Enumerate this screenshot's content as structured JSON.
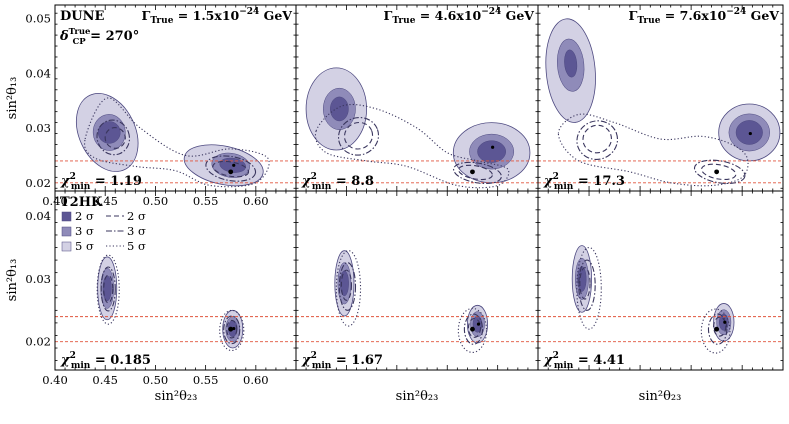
{
  "figure": {
    "experiments": [
      "DUNE",
      "T2HK"
    ],
    "dune_delta_base": "δ",
    "dune_delta_sub": "CP",
    "dune_delta_sup": "True",
    "dune_delta_value": " = 270°",
    "gamma_prefix": "Γ",
    "gamma_sub": "True",
    "gamma_mid": " = ",
    "gamma_suffix": " GeV",
    "chi_base": "χ",
    "chi_sub": "min",
    "chi_sup": "2",
    "ylabel": "sin²θ₁₃",
    "xlabel": "sin²θ₂₃",
    "legend": [
      {
        "label": "2 σ",
        "kind": "fill",
        "color": "#5c5694"
      },
      {
        "label": "3 σ",
        "kind": "fill",
        "color": "#8f8bb9"
      },
      {
        "label": "5 σ",
        "kind": "fill",
        "color": "#d3d1e4"
      },
      {
        "label": "2 σ",
        "kind": "dashed",
        "color": "#3a365e"
      },
      {
        "label": "3 σ",
        "kind": "dashdot",
        "color": "#3a365e"
      },
      {
        "label": "5 σ",
        "kind": "dotted",
        "color": "#3a365e"
      }
    ],
    "colors": {
      "sigma2": "#5c5694",
      "sigma3": "#8f8bb9",
      "sigma5": "#d3d1e4",
      "edge": "#4d4980",
      "contour_line": "#3a365e",
      "reference": "#e0543c"
    }
  },
  "chart_data": [
    {
      "type": "contour",
      "row": 0,
      "col": 0,
      "experiment": "DUNE",
      "gamma_mantissa": "1.5x10",
      "gamma_exp": "−24",
      "chi2_min": "1.19",
      "xlim": [
        0.4,
        0.64
      ],
      "ylim": [
        0.0185,
        0.0525
      ],
      "xticks": [
        "0.40",
        "0.45",
        "0.50",
        "0.55",
        "0.60"
      ],
      "yticks": [
        "0.02",
        "0.03",
        "0.04",
        "0.05"
      ],
      "true_point": [
        0.575,
        0.022
      ],
      "best_fit": [
        0.578,
        0.0232
      ],
      "reference_lines_y": [
        0.02,
        0.024
      ],
      "filled_regions": [
        {
          "sigma": 5,
          "x": 0.452,
          "y": 0.0292,
          "rx": 0.028,
          "ry": 0.0075,
          "rot": 25
        },
        {
          "sigma": 5,
          "x": 0.568,
          "y": 0.0232,
          "rx": 0.04,
          "ry": 0.0035,
          "rot": -12
        },
        {
          "sigma": 3,
          "x": 0.454,
          "y": 0.0292,
          "rx": 0.016,
          "ry": 0.0033,
          "rot": 5
        },
        {
          "sigma": 3,
          "x": 0.575,
          "y": 0.0232,
          "rx": 0.019,
          "ry": 0.0022,
          "rot": -8
        },
        {
          "sigma": 2,
          "x": 0.454,
          "y": 0.0292,
          "rx": 0.011,
          "ry": 0.002,
          "rot": 5
        },
        {
          "sigma": 2,
          "x": 0.577,
          "y": 0.0232,
          "rx": 0.013,
          "ry": 0.0013,
          "rot": -8
        }
      ],
      "line_contours": [
        {
          "sigma": 5,
          "style": "dotted",
          "points": [
            [
              0.43,
              0.028
            ],
            [
              0.452,
              0.0355
            ],
            [
              0.485,
              0.03
            ],
            [
              0.53,
              0.025
            ],
            [
              0.575,
              0.0262
            ],
            [
              0.612,
              0.0245
            ],
            [
              0.6,
              0.02
            ],
            [
              0.555,
              0.0195
            ],
            [
              0.52,
              0.0222
            ],
            [
              0.48,
              0.023
            ],
            [
              0.44,
              0.0245
            ]
          ]
        },
        {
          "sigma": 3,
          "style": "dashdot",
          "x": 0.458,
          "y": 0.0283,
          "rx": 0.016,
          "ry": 0.0032,
          "rot": 20
        },
        {
          "sigma": 3,
          "style": "dashdot",
          "x": 0.575,
          "y": 0.0226,
          "rx": 0.025,
          "ry": 0.0022,
          "rot": -10
        },
        {
          "sigma": 2,
          "style": "dashed",
          "x": 0.46,
          "y": 0.0282,
          "rx": 0.01,
          "ry": 0.0019,
          "rot": 20
        },
        {
          "sigma": 2,
          "style": "dashed",
          "x": 0.575,
          "y": 0.0225,
          "rx": 0.018,
          "ry": 0.0013,
          "rot": -10
        }
      ]
    },
    {
      "type": "contour",
      "row": 0,
      "col": 1,
      "experiment": "DUNE",
      "gamma_mantissa": "4.6x10",
      "gamma_exp": "−24",
      "chi2_min": "8.8",
      "xlim": [
        0.4,
        0.64
      ],
      "ylim": [
        0.0185,
        0.0525
      ],
      "xticks": [],
      "yticks": [],
      "true_point": [
        0.575,
        0.022
      ],
      "best_fit": [
        0.595,
        0.0265
      ],
      "reference_lines_y": [
        0.02,
        0.024
      ],
      "filled_regions": [
        {
          "sigma": 5,
          "x": 0.44,
          "y": 0.0335,
          "rx": 0.03,
          "ry": 0.0075,
          "rot": 0
        },
        {
          "sigma": 5,
          "x": 0.594,
          "y": 0.0255,
          "rx": 0.038,
          "ry": 0.0055,
          "rot": 0
        },
        {
          "sigma": 3,
          "x": 0.443,
          "y": 0.0335,
          "rx": 0.016,
          "ry": 0.0038,
          "rot": 0
        },
        {
          "sigma": 3,
          "x": 0.594,
          "y": 0.0257,
          "rx": 0.022,
          "ry": 0.0032,
          "rot": 0
        },
        {
          "sigma": 2,
          "x": 0.443,
          "y": 0.0335,
          "rx": 0.009,
          "ry": 0.0022,
          "rot": 0
        },
        {
          "sigma": 2,
          "x": 0.594,
          "y": 0.0257,
          "rx": 0.014,
          "ry": 0.002,
          "rot": 0
        }
      ],
      "line_contours": [
        {
          "sigma": 5,
          "style": "dotted",
          "points": [
            [
              0.42,
              0.0295
            ],
            [
              0.445,
              0.034
            ],
            [
              0.48,
              0.0335
            ],
            [
              0.52,
              0.03
            ],
            [
              0.55,
              0.0255
            ],
            [
              0.58,
              0.024
            ],
            [
              0.61,
              0.0225
            ],
            [
              0.6,
              0.0195
            ],
            [
              0.56,
              0.0195
            ],
            [
              0.51,
              0.023
            ],
            [
              0.47,
              0.024
            ],
            [
              0.43,
              0.0255
            ]
          ]
        },
        {
          "sigma": 3,
          "style": "dashdot",
          "x": 0.462,
          "y": 0.0285,
          "rx": 0.02,
          "ry": 0.0034,
          "rot": 20
        },
        {
          "sigma": 3,
          "style": "dashdot",
          "x": 0.58,
          "y": 0.0218,
          "rx": 0.024,
          "ry": 0.0018,
          "rot": -10
        },
        {
          "sigma": 2,
          "style": "dashed",
          "x": 0.462,
          "y": 0.0286,
          "rx": 0.014,
          "ry": 0.0024,
          "rot": 20
        },
        {
          "sigma": 2,
          "style": "dashed",
          "x": 0.578,
          "y": 0.0219,
          "rx": 0.017,
          "ry": 0.0012,
          "rot": -10
        }
      ]
    },
    {
      "type": "contour",
      "row": 0,
      "col": 2,
      "experiment": "DUNE",
      "gamma_mantissa": "7.6x10",
      "gamma_exp": "−24",
      "chi2_min": "17.3",
      "xlim": [
        0.4,
        0.64
      ],
      "ylim": [
        0.0185,
        0.0525
      ],
      "xticks": [],
      "yticks": [],
      "true_point": [
        0.575,
        0.022
      ],
      "best_fit": [
        0.608,
        0.029
      ],
      "reference_lines_y": [
        0.02,
        0.024
      ],
      "filled_regions": [
        {
          "sigma": 5,
          "x": 0.432,
          "y": 0.0405,
          "rx": 0.024,
          "ry": 0.0095,
          "rot": 5
        },
        {
          "sigma": 5,
          "x": 0.607,
          "y": 0.0292,
          "rx": 0.03,
          "ry": 0.0052,
          "rot": 0
        },
        {
          "sigma": 3,
          "x": 0.432,
          "y": 0.0415,
          "rx": 0.013,
          "ry": 0.0048,
          "rot": 5
        },
        {
          "sigma": 3,
          "x": 0.607,
          "y": 0.0292,
          "rx": 0.02,
          "ry": 0.0034,
          "rot": 0
        },
        {
          "sigma": 2,
          "x": 0.432,
          "y": 0.0418,
          "rx": 0.006,
          "ry": 0.0025,
          "rot": 5
        },
        {
          "sigma": 2,
          "x": 0.607,
          "y": 0.0292,
          "rx": 0.013,
          "ry": 0.0022,
          "rot": 0
        }
      ],
      "line_contours": [
        {
          "sigma": 5,
          "style": "dotted",
          "points": [
            [
              0.42,
              0.029
            ],
            [
              0.44,
              0.0325
            ],
            [
              0.475,
              0.031
            ],
            [
              0.52,
              0.028
            ],
            [
              0.56,
              0.0285
            ],
            [
              0.59,
              0.027
            ],
            [
              0.605,
              0.0245
            ],
            [
              0.6,
              0.021
            ],
            [
              0.57,
              0.0195
            ],
            [
              0.53,
              0.02
            ],
            [
              0.49,
              0.022
            ],
            [
              0.44,
              0.024
            ]
          ]
        },
        {
          "sigma": 3,
          "style": "dashdot",
          "x": 0.458,
          "y": 0.0278,
          "rx": 0.02,
          "ry": 0.0035,
          "rot": 20
        },
        {
          "sigma": 3,
          "style": "dashdot",
          "x": 0.578,
          "y": 0.022,
          "rx": 0.025,
          "ry": 0.002,
          "rot": -10
        },
        {
          "sigma": 2,
          "style": "dashed",
          "x": 0.458,
          "y": 0.028,
          "rx": 0.014,
          "ry": 0.0025,
          "rot": 20
        },
        {
          "sigma": 2,
          "style": "dashed",
          "x": 0.577,
          "y": 0.022,
          "rx": 0.017,
          "ry": 0.0013,
          "rot": -10
        }
      ]
    },
    {
      "type": "contour",
      "row": 1,
      "col": 0,
      "experiment": "T2HK",
      "chi2_min": "0.185",
      "xlim": [
        0.4,
        0.64
      ],
      "ylim": [
        0.0155,
        0.044
      ],
      "xticks": [
        "0.40",
        "0.45",
        "0.50",
        "0.55",
        "0.60"
      ],
      "yticks": [
        "0.02",
        "0.03",
        "0.04"
      ],
      "true_point": [
        0.575,
        0.022
      ],
      "best_fit": [
        0.578,
        0.0221
      ],
      "reference_lines_y": [
        0.02,
        0.024
      ],
      "filled_regions": [
        {
          "sigma": 5,
          "x": 0.452,
          "y": 0.0285,
          "rx": 0.0095,
          "ry": 0.005,
          "rot": 0
        },
        {
          "sigma": 5,
          "x": 0.577,
          "y": 0.022,
          "rx": 0.01,
          "ry": 0.003,
          "rot": 0
        },
        {
          "sigma": 3,
          "x": 0.452,
          "y": 0.0285,
          "rx": 0.0065,
          "ry": 0.0032,
          "rot": 0
        },
        {
          "sigma": 3,
          "x": 0.577,
          "y": 0.022,
          "rx": 0.007,
          "ry": 0.002,
          "rot": 0
        },
        {
          "sigma": 2,
          "x": 0.452,
          "y": 0.0285,
          "rx": 0.0042,
          "ry": 0.002,
          "rot": 0
        },
        {
          "sigma": 2,
          "x": 0.577,
          "y": 0.0221,
          "rx": 0.0045,
          "ry": 0.0013,
          "rot": 0
        }
      ],
      "line_contours": [
        {
          "sigma": 5,
          "style": "dotted",
          "x": 0.453,
          "y": 0.0283,
          "rx": 0.011,
          "ry": 0.0055,
          "rot": 0
        },
        {
          "sigma": 5,
          "style": "dotted",
          "x": 0.576,
          "y": 0.0218,
          "rx": 0.012,
          "ry": 0.0032,
          "rot": 0
        },
        {
          "sigma": 3,
          "style": "dashdot",
          "x": 0.453,
          "y": 0.0284,
          "rx": 0.007,
          "ry": 0.0035,
          "rot": 0
        },
        {
          "sigma": 3,
          "style": "dashdot",
          "x": 0.576,
          "y": 0.0219,
          "rx": 0.008,
          "ry": 0.0022,
          "rot": 0
        },
        {
          "sigma": 2,
          "style": "dashed",
          "x": 0.453,
          "y": 0.0284,
          "rx": 0.0045,
          "ry": 0.0022,
          "rot": 0
        },
        {
          "sigma": 2,
          "style": "dashed",
          "x": 0.576,
          "y": 0.022,
          "rx": 0.005,
          "ry": 0.0014,
          "rot": 0
        }
      ]
    },
    {
      "type": "contour",
      "row": 1,
      "col": 1,
      "experiment": "T2HK",
      "chi2_min": "1.67",
      "xlim": [
        0.4,
        0.64
      ],
      "ylim": [
        0.0155,
        0.044
      ],
      "xticks": [],
      "yticks": [],
      "true_point": [
        0.575,
        0.022
      ],
      "best_fit": [
        0.581,
        0.0228
      ],
      "reference_lines_y": [
        0.02,
        0.024
      ],
      "filled_regions": [
        {
          "sigma": 5,
          "x": 0.448,
          "y": 0.0293,
          "rx": 0.0095,
          "ry": 0.0052,
          "rot": 0
        },
        {
          "sigma": 5,
          "x": 0.58,
          "y": 0.0228,
          "rx": 0.01,
          "ry": 0.003,
          "rot": 0
        },
        {
          "sigma": 3,
          "x": 0.448,
          "y": 0.0293,
          "rx": 0.0065,
          "ry": 0.0033,
          "rot": 0
        },
        {
          "sigma": 3,
          "x": 0.58,
          "y": 0.0228,
          "rx": 0.007,
          "ry": 0.002,
          "rot": 0
        },
        {
          "sigma": 2,
          "x": 0.448,
          "y": 0.0293,
          "rx": 0.0042,
          "ry": 0.002,
          "rot": 0
        },
        {
          "sigma": 2,
          "x": 0.58,
          "y": 0.0228,
          "rx": 0.0045,
          "ry": 0.0013,
          "rot": 0
        }
      ],
      "line_contours": [
        {
          "sigma": 5,
          "style": "dotted",
          "x": 0.452,
          "y": 0.0285,
          "rx": 0.012,
          "ry": 0.006,
          "rot": 0
        },
        {
          "sigma": 5,
          "style": "dotted",
          "x": 0.575,
          "y": 0.0218,
          "rx": 0.014,
          "ry": 0.0035,
          "rot": 0
        },
        {
          "sigma": 3,
          "style": "dashdot",
          "x": 0.451,
          "y": 0.0288,
          "rx": 0.008,
          "ry": 0.0038,
          "rot": 0
        },
        {
          "sigma": 3,
          "style": "dashdot",
          "x": 0.576,
          "y": 0.022,
          "rx": 0.009,
          "ry": 0.0024,
          "rot": 0
        },
        {
          "sigma": 2,
          "style": "dashed",
          "x": 0.45,
          "y": 0.029,
          "rx": 0.005,
          "ry": 0.0024,
          "rot": 0
        },
        {
          "sigma": 2,
          "style": "dashed",
          "x": 0.577,
          "y": 0.0222,
          "rx": 0.006,
          "ry": 0.0015,
          "rot": 0
        }
      ]
    },
    {
      "type": "contour",
      "row": 1,
      "col": 2,
      "experiment": "T2HK",
      "chi2_min": "4.41",
      "xlim": [
        0.4,
        0.64
      ],
      "ylim": [
        0.0155,
        0.044
      ],
      "xticks": [],
      "yticks": [],
      "true_point": [
        0.575,
        0.022
      ],
      "best_fit": [
        0.583,
        0.0231
      ],
      "reference_lines_y": [
        0.02,
        0.024
      ],
      "filled_regions": [
        {
          "sigma": 5,
          "x": 0.443,
          "y": 0.03,
          "rx": 0.0095,
          "ry": 0.0053,
          "rot": 0
        },
        {
          "sigma": 5,
          "x": 0.582,
          "y": 0.0231,
          "rx": 0.01,
          "ry": 0.003,
          "rot": 0
        },
        {
          "sigma": 3,
          "x": 0.443,
          "y": 0.03,
          "rx": 0.0065,
          "ry": 0.0033,
          "rot": 0
        },
        {
          "sigma": 3,
          "x": 0.582,
          "y": 0.0231,
          "rx": 0.007,
          "ry": 0.002,
          "rot": 0
        },
        {
          "sigma": 2,
          "x": 0.443,
          "y": 0.03,
          "rx": 0.0042,
          "ry": 0.002,
          "rot": 0
        },
        {
          "sigma": 2,
          "x": 0.582,
          "y": 0.0231,
          "rx": 0.0045,
          "ry": 0.0013,
          "rot": 0
        }
      ],
      "line_contours": [
        {
          "sigma": 5,
          "style": "dotted",
          "x": 0.45,
          "y": 0.0285,
          "rx": 0.012,
          "ry": 0.0065,
          "rot": 0
        },
        {
          "sigma": 5,
          "style": "dotted",
          "x": 0.574,
          "y": 0.0217,
          "rx": 0.014,
          "ry": 0.0035,
          "rot": 0
        },
        {
          "sigma": 3,
          "style": "dashdot",
          "x": 0.448,
          "y": 0.029,
          "rx": 0.008,
          "ry": 0.004,
          "rot": 0
        },
        {
          "sigma": 3,
          "style": "dashdot",
          "x": 0.576,
          "y": 0.022,
          "rx": 0.009,
          "ry": 0.0024,
          "rot": 0
        },
        {
          "sigma": 2,
          "style": "dashed",
          "x": 0.446,
          "y": 0.0293,
          "rx": 0.005,
          "ry": 0.0025,
          "rot": 0
        },
        {
          "sigma": 2,
          "style": "dashed",
          "x": 0.578,
          "y": 0.0224,
          "rx": 0.006,
          "ry": 0.0015,
          "rot": 0
        }
      ]
    }
  ]
}
